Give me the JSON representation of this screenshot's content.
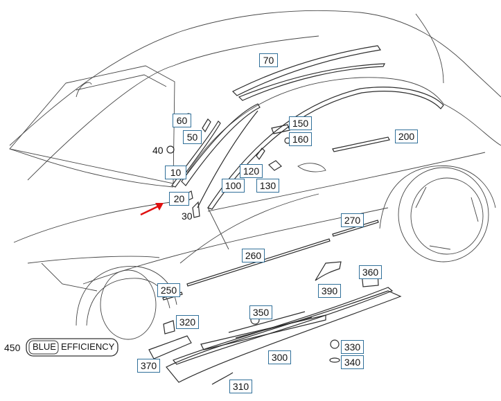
{
  "labels": {
    "p70": "70",
    "p60": "60",
    "p50": "50",
    "p40": "40",
    "p10": "10",
    "p20": "20",
    "p30": "30",
    "p150": "150",
    "p160": "160",
    "p120": "120",
    "p130": "130",
    "p100": "100",
    "p200": "200",
    "p270": "270",
    "p260": "260",
    "p360": "360",
    "p390": "390",
    "p250": "250",
    "p350": "350",
    "p320": "320",
    "p330": "330",
    "p340": "340",
    "p300": "300",
    "p370": "370",
    "p310": "310",
    "p450": "450"
  },
  "badge": {
    "left": "BLUE",
    "right": "EFFICIENCY"
  },
  "colors": {
    "line": "#2b2b2b",
    "label_border": "#2f6f99",
    "arrow": "#e01010"
  }
}
